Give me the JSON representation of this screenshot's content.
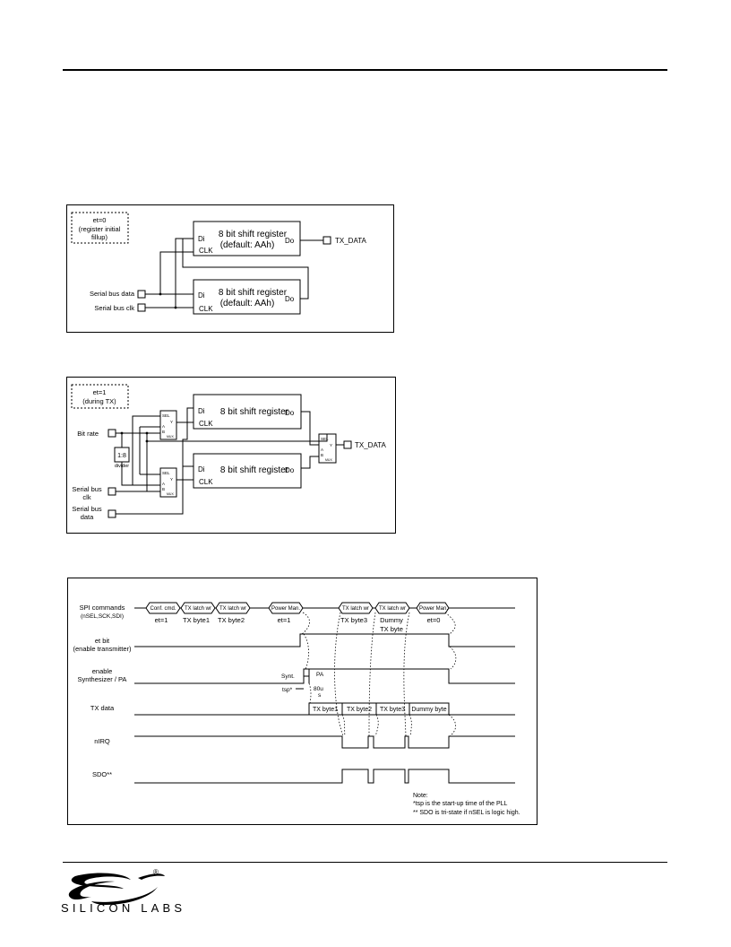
{
  "fig1": {
    "note": [
      "et=0",
      "(register initial",
      "fillup)"
    ],
    "register_label": "8 bit shift register",
    "register_default": "(default: AAh)",
    "pin_di": "Di",
    "pin_do": "Do",
    "pin_clk": "CLK",
    "out": "TX_DATA",
    "in_data": "Serial bus data",
    "in_clk": "Serial bus clk"
  },
  "fig2": {
    "note": [
      "et=1",
      "(during TX)"
    ],
    "register_label": "8 bit shift register",
    "pin_di": "Di",
    "pin_do": "Do",
    "pin_clk": "CLK",
    "mux_sel": "SEL",
    "mux_y": "Y",
    "mux_a": "A",
    "mux_b": "B",
    "mux_tag": "MUX",
    "divider_label": "1:8",
    "divider_caption": "divider",
    "bit_rate": "Bit rate",
    "serial_clk": [
      "Serial bus",
      "clk"
    ],
    "serial_data": [
      "Serial bus",
      "data"
    ],
    "out": "TX_DATA"
  },
  "fig3": {
    "rows": {
      "spi": [
        "SPI commands",
        "(nSEL,SCK,SDI)"
      ],
      "et": [
        "et bit",
        "(enable transmitter)"
      ],
      "synth": [
        "enable",
        "Synthesizer / PA"
      ],
      "txdata": "TX data",
      "nirq": "nIRQ",
      "sdo": "SDO**"
    },
    "commands": [
      {
        "label": "Conf. cmd.",
        "caption": [
          "et=1"
        ]
      },
      {
        "label": "TX latch wr",
        "caption": [
          "TX byte1"
        ]
      },
      {
        "label": "TX latch wr",
        "caption": [
          "TX byte2"
        ]
      },
      {
        "label": "Power Man.",
        "caption": [
          "et=1"
        ]
      },
      {
        "label": "TX latch wr",
        "caption": [
          "TX byte3"
        ]
      },
      {
        "label": "TX latch wr",
        "caption": [
          "Dummy",
          "TX byte"
        ]
      },
      {
        "label": "Power Man.",
        "caption": [
          "et=0"
        ]
      }
    ],
    "synt_label": "Synt.",
    "pa_label": "PA",
    "tsp_label": "tsp*",
    "delay_label": [
      "80u",
      "s"
    ],
    "tx_bytes": [
      "TX byte1",
      "TX byte2",
      "TX byte3",
      "Dummy byte"
    ],
    "notes": [
      "Note:",
      "*tsp is the start-up time of the PLL",
      "** SDO is tri-state if nSEL is logic high."
    ]
  },
  "footer": {
    "brand": "SILICON LABS",
    "registered": "®"
  }
}
